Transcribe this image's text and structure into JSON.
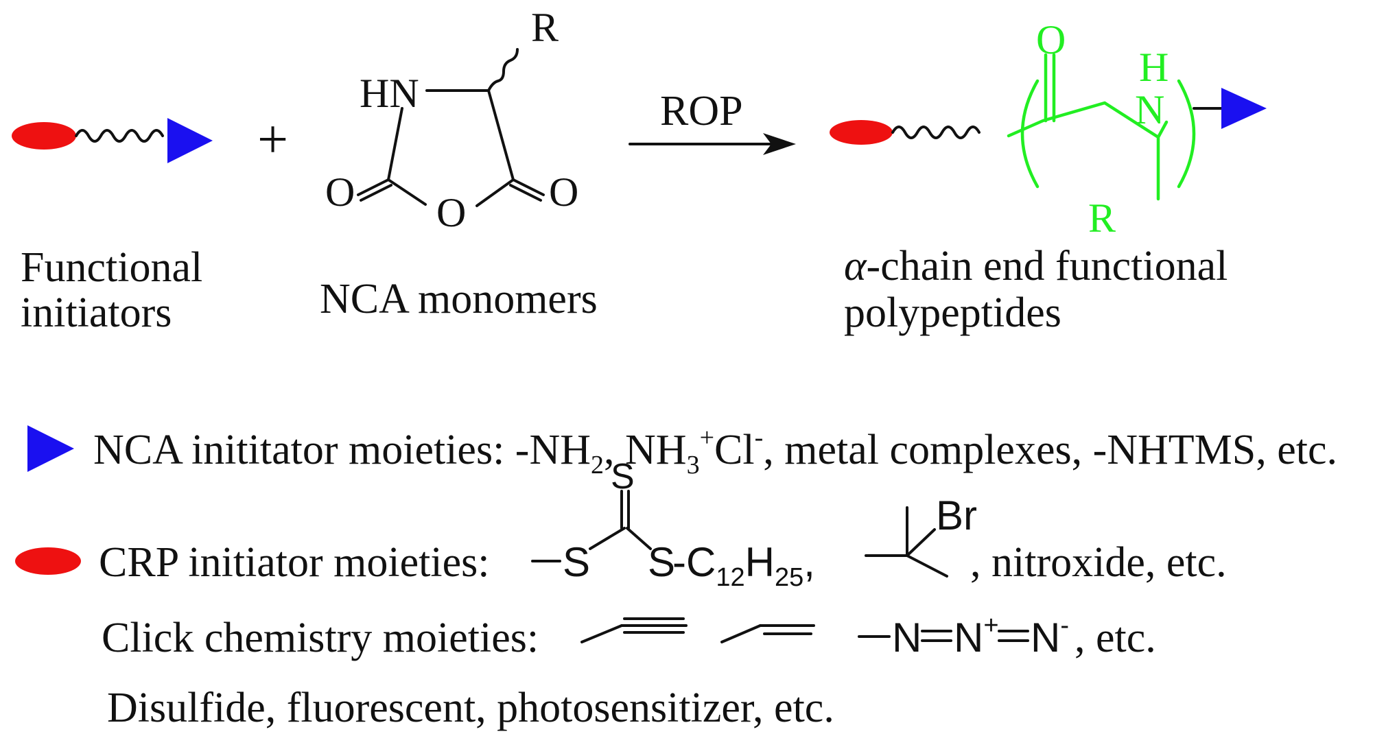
{
  "colors": {
    "initiator_triangle": "#1a10f0",
    "initiator_ellipse": "#ee1111",
    "polypeptide_repeat": "#22ee22",
    "text": "#111111"
  },
  "reaction": {
    "plus": "+",
    "arrow_label": "ROP",
    "initiator_caption": [
      "Functional",
      "initiators"
    ],
    "monomer_caption": "NCA monomers",
    "product_caption": {
      "alpha": "α",
      "line1_rest": "-chain end functional",
      "line2": "polypeptides"
    },
    "nca_ring_atoms": {
      "r": "R",
      "hn": "HN",
      "o_left": "O",
      "o_ring": "O",
      "o_right": "O"
    },
    "product_atoms": {
      "o": "O",
      "h": "H",
      "n": "N",
      "r": "R"
    }
  },
  "legend": {
    "nca_initiator": {
      "label": "NCA inititator moieties: -NH",
      "nh2_sub": "2",
      "sep1": ", NH",
      "nh3_sub": "3",
      "plus_sup": "+",
      "cl": "Cl",
      "minus_sup": "-",
      "rest": ", metal complexes, -NHTMS, etc."
    },
    "crp_initiator": {
      "label": "CRP initiator moieties:",
      "s_top": "S",
      "s_left": "S",
      "s_right": "S",
      "c12": "-C",
      "c12_sub": "12",
      "h25": "H",
      "h25_sub": "25",
      "comma": ",",
      "br": "Br",
      "rest": ", nitroxide, etc."
    },
    "click": {
      "label": "Click chemistry moieties:",
      "azide_n1": "N",
      "azide_n2": "N",
      "azide_plus": "+",
      "azide_n3": "N",
      "azide_minus": "-",
      "rest": ", etc."
    },
    "other": "Disulfide, fluorescent, photosensitizer, etc."
  }
}
